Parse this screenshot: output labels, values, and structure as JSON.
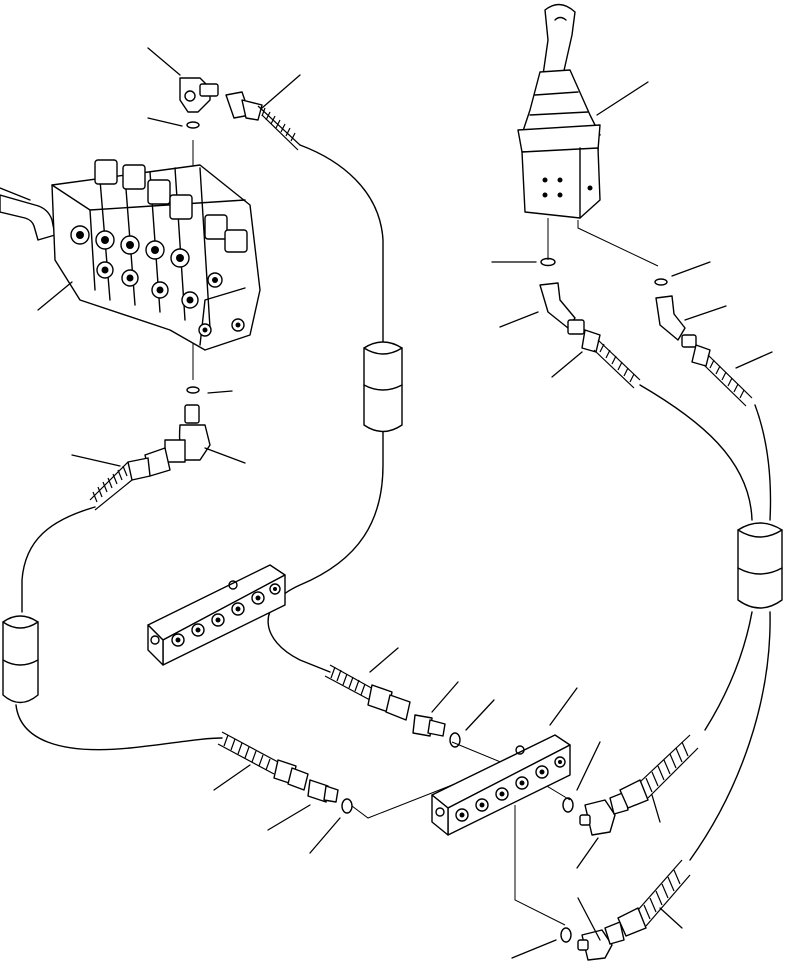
{
  "figure": {
    "colors": {
      "ink": "#000000",
      "paper": "#ffffff"
    },
    "components": [
      "control-valve-assembly",
      "pilot-control-joystick",
      "upper-manifold-block",
      "lower-manifold-block",
      "pilot-hose-a",
      "pilot-hose-b",
      "pilot-hose-c",
      "pilot-hose-d",
      "hose-sleeve-left",
      "hose-sleeve-center",
      "hose-sleeve-right",
      "elbow-fittings",
      "straight-connectors",
      "o-rings"
    ],
    "callout_count": 24
  }
}
